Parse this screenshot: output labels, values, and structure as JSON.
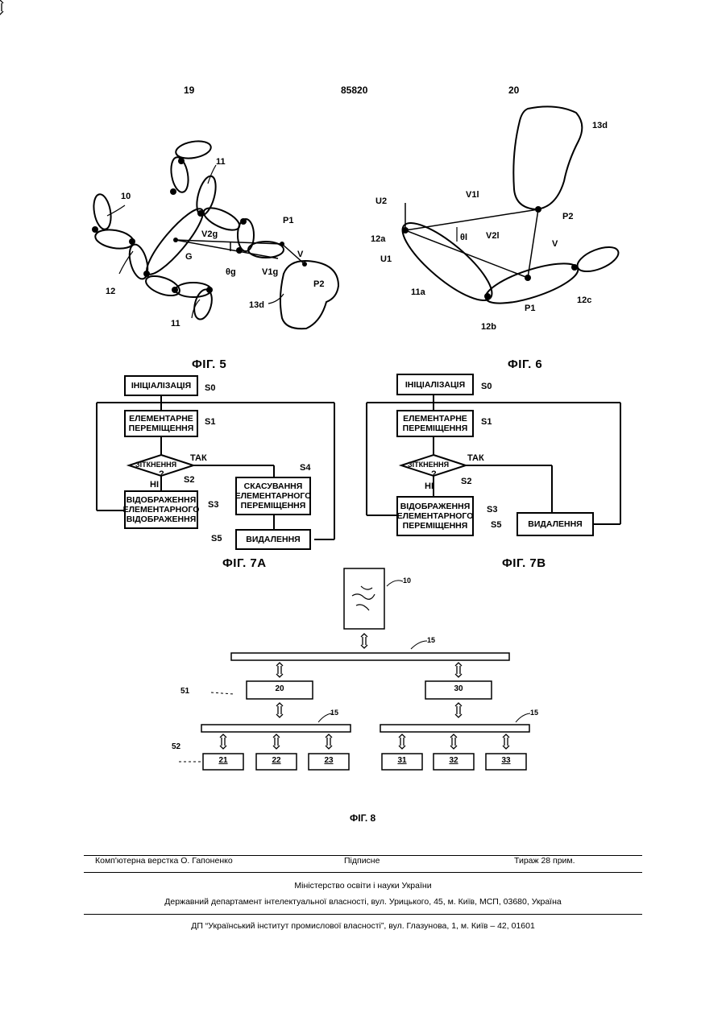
{
  "header": {
    "page_left": "19",
    "patent_no": "85820",
    "page_right": "20"
  },
  "fig5": {
    "caption": "ФІГ. 5",
    "labels": {
      "l10": "10",
      "l11a": "11",
      "l11b": "11",
      "l12": "12",
      "G": "G",
      "V2g": "V2g",
      "thg": "θg",
      "V1g": "V1g",
      "V": "V",
      "P1": "P1",
      "P2": "P2",
      "d13": "13d"
    }
  },
  "fig6": {
    "caption": "ФІГ. 6",
    "labels": {
      "d13": "13d",
      "U2": "U2",
      "V1l": "V1l",
      "P2": "P2",
      "a12": "12a",
      "thl": "θl",
      "V2l": "V2l",
      "U1": "U1",
      "V": "V",
      "a11": "11a",
      "P1": "P1",
      "c12": "12c",
      "b12": "12b"
    }
  },
  "fig7a": {
    "caption": "ФІГ. 7А",
    "init": "ІНІЦІАЛІЗАЦІЯ",
    "s0": "S0",
    "move": "ЕЛЕМЕНТАРНЕ ПЕРЕМІЩЕННЯ",
    "s1": "S1",
    "collide": "ЗІТКНЕННЯ",
    "q": "?",
    "s2": "S2",
    "yes": "ТАК",
    "no": "НІ",
    "display": "ВІДОБРАЖЕННЯ ЕЛЕМЕНТАРНОГО ВІДОБРАЖЕННЯ",
    "s3": "S3",
    "cancel": "СКАСУВАННЯ ЕЛЕМЕНТАРНОГО ПЕРЕМІЩЕННЯ",
    "s4": "S4",
    "delete": "ВИДАЛЕННЯ",
    "s5": "S5"
  },
  "fig7b": {
    "caption": "ФІГ. 7В",
    "init": "ІНІЦІАЛІЗАЦІЯ",
    "s0": "S0",
    "move": "ЕЛЕМЕНТАРНЕ ПЕРЕМІЩЕННЯ",
    "s1": "S1",
    "collide": "ЗІТКНЕННЯ",
    "q": "?",
    "s2": "S2",
    "yes": "ТАК",
    "no": "НІ",
    "display": "ВІДОБРАЖЕННЯ ЕЛЕМЕНТАРНОГО ПЕРЕМІЩЕННЯ",
    "s3": "S3",
    "delete": "ВИДАЛЕННЯ",
    "s5": "S5"
  },
  "fig8": {
    "caption": "ФІГ. 8",
    "l10": "10",
    "l15a": "15",
    "l15b": "15",
    "l15c": "15",
    "l51": "51",
    "l52": "52",
    "b20": "20",
    "b30": "30",
    "b21": "21",
    "b22": "22",
    "b23": "23",
    "b31": "31",
    "b32": "32",
    "b33": "33"
  },
  "footer": {
    "layout": "Комп'ютерна верстка О. Гапоненко",
    "signed": "Підписне",
    "circulation": "Тираж 28 прим.",
    "ministry": "Міністерство освіти і науки України",
    "department": "Державний департамент інтелектуальної власності, вул. Урицького, 45, м. Київ, МСП, 03680, Україна",
    "institute": "ДП “Український інститут промислової власності”, вул. Глазунова, 1, м. Київ – 42, 01601"
  }
}
